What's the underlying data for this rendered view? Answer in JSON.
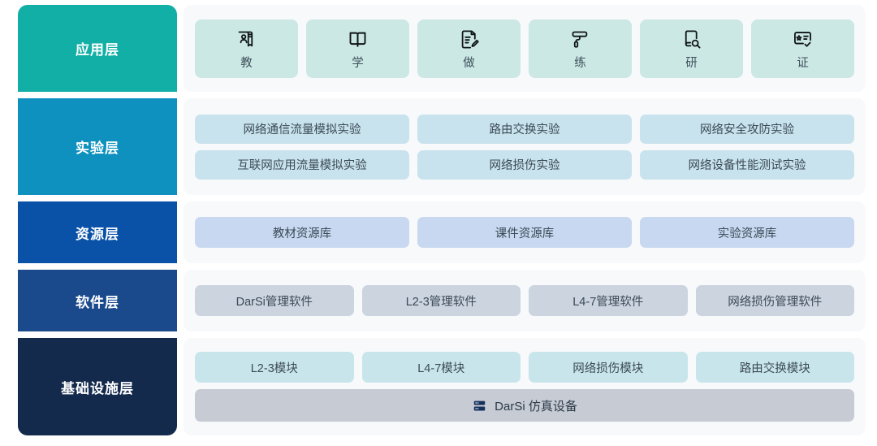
{
  "colors": {
    "application_bar": "#12afa6",
    "experiment_bar": "#0e91be",
    "resource_bar": "#0a52a8",
    "software_bar": "#1b4a8c",
    "infrastructure_bar": "#132a4d",
    "panel_bg": "#f7f9fb",
    "app_tile": "#cbe8e4",
    "experiment_chip": "#c8e3ed",
    "resource_chip": "#c7d8f0",
    "software_chip": "#ccd4e0",
    "infrastructure_chip": "#c9e5ec",
    "device_bar": "#c6cbd4",
    "device_icon": "#16315c"
  },
  "layers": [
    {
      "id": "application",
      "label": "应用层",
      "tiles": [
        {
          "label": "教",
          "icon": "teaching-board-icon"
        },
        {
          "label": "学",
          "icon": "open-book-icon"
        },
        {
          "label": "做",
          "icon": "document-pencil-icon"
        },
        {
          "label": "练",
          "icon": "paint-roller-icon"
        },
        {
          "label": "研",
          "icon": "book-search-icon"
        },
        {
          "label": "证",
          "icon": "certificate-check-icon"
        }
      ]
    },
    {
      "id": "experiment",
      "label": "实验层",
      "rows": [
        [
          "网络通信流量模拟实验",
          "路由交换实验",
          "网络安全攻防实验"
        ],
        [
          "互联网应用流量模拟实验",
          "网络损伤实验",
          "网络设备性能测试实验"
        ]
      ]
    },
    {
      "id": "resource",
      "label": "资源层",
      "rows": [
        [
          "教材资源库",
          "课件资源库",
          "实验资源库"
        ]
      ]
    },
    {
      "id": "software",
      "label": "软件层",
      "rows": [
        [
          "DarSi管理软件",
          "L2-3管理软件",
          "L4-7管理软件",
          "网络损伤管理软件"
        ]
      ]
    },
    {
      "id": "infrastructure",
      "label": "基础设施层",
      "rows": [
        [
          "L2-3模块",
          "L4-7模块",
          "网络损伤模块",
          "路由交换模块"
        ]
      ],
      "device": {
        "label": "DarSi 仿真设备",
        "icon": "server-rack-icon"
      }
    }
  ]
}
